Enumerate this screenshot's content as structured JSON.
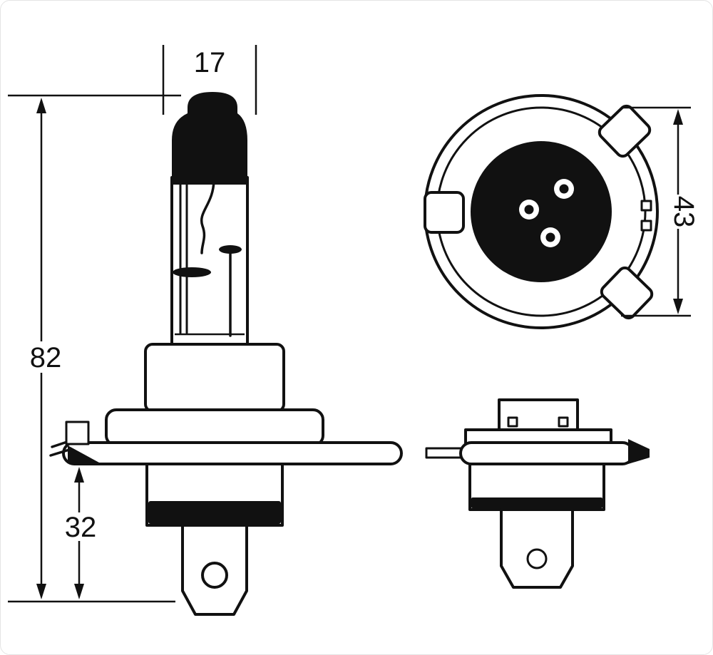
{
  "drawing": {
    "colors": {
      "line": "#111111",
      "background": "#ffffff"
    },
    "dimensions": {
      "tip_width": "17",
      "overall_length": "82",
      "base_length": "32",
      "flange_diameter": "43"
    }
  }
}
